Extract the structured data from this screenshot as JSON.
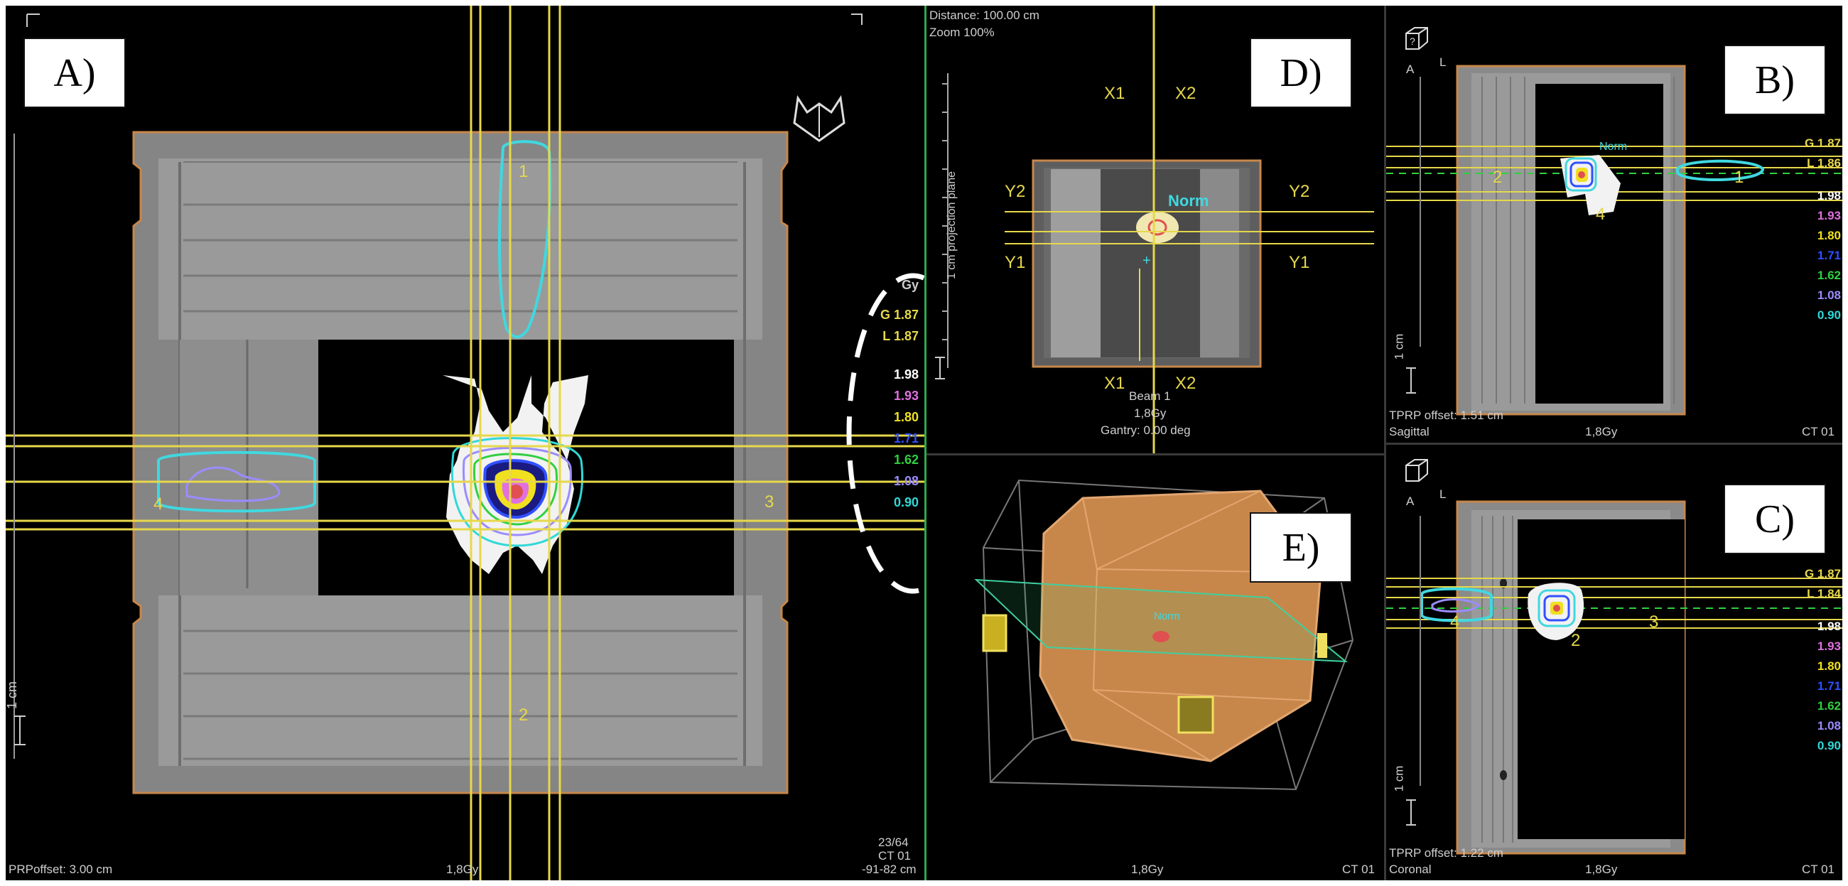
{
  "panels": {
    "A": {
      "label": "A)",
      "offset": "PRPoffset: 3.00 cm",
      "dose": "1,8Gy",
      "slice": "23/64",
      "ct": "CT 01",
      "coords": "-91-82 cm",
      "scale": "1 cm",
      "contour_labels": [
        "1",
        "2",
        "3",
        "4"
      ]
    },
    "D": {
      "label": "D)",
      "distance": "Distance: 100.00 cm",
      "zoom": "Zoom 100%",
      "plane": "1 cm projection plane",
      "jaws": [
        "X1",
        "X2",
        "Y2",
        "Y2",
        "Y1",
        "Y1",
        "X1",
        "X2"
      ],
      "norm": "Norm",
      "beam": "Beam 1",
      "dose": "1,8Gy",
      "gantry": "Gantry: 0.00 deg"
    },
    "B": {
      "label": "B)",
      "offset": "TPRP offset: 1.51 cm",
      "view": "Sagittal",
      "dose": "1,8Gy",
      "ct": "CT 01",
      "orient_a": "A",
      "orient_l": "L",
      "scale": "1 cm",
      "norm": "Norm",
      "contour_labels": [
        "2",
        "4",
        "1"
      ],
      "legend": [
        "G 1.87",
        "L 1.86",
        "1.98",
        "1.93",
        "1.80",
        "1.71",
        "1.62",
        "1.08",
        "0.90"
      ]
    },
    "C": {
      "label": "C)",
      "offset": "TPRP offset: 1.22 cm",
      "view": "Coronal",
      "dose": "1,8Gy",
      "ct": "CT 01",
      "orient_a": "A",
      "orient_l": "L",
      "scale": "1 cm",
      "contour_labels": [
        "4",
        "3",
        "2"
      ],
      "legend": [
        "G 1.87",
        "L 1.84",
        "1.98",
        "1.93",
        "1.80",
        "1.71",
        "1.62",
        "1.08",
        "0.90"
      ]
    },
    "E": {
      "label": "E)",
      "dose": "1,8Gy",
      "ct": "CT 01",
      "norm": "Norm"
    }
  },
  "legend_main": {
    "unit": "Gy",
    "items": [
      {
        "text": "G 1.87",
        "color": "#e6d84a"
      },
      {
        "text": "L 1.87",
        "color": "#e6d84a"
      },
      {
        "text": "1.98",
        "color": "#ffffff"
      },
      {
        "text": "1.93",
        "color": "#e070e0"
      },
      {
        "text": "1.80",
        "color": "#f0e020"
      },
      {
        "text": "1.71",
        "color": "#3050ff"
      },
      {
        "text": "1.62",
        "color": "#30d040"
      },
      {
        "text": "1.08",
        "color": "#9a8cff"
      },
      {
        "text": "0.90",
        "color": "#30d8d8"
      }
    ]
  },
  "colors": {
    "yellow": "#e6d84a",
    "cyan": "#40d8e0",
    "orange": "#c8874a",
    "phantom_gray": "#8c8c8c",
    "divider_green": "#2fa84a"
  }
}
